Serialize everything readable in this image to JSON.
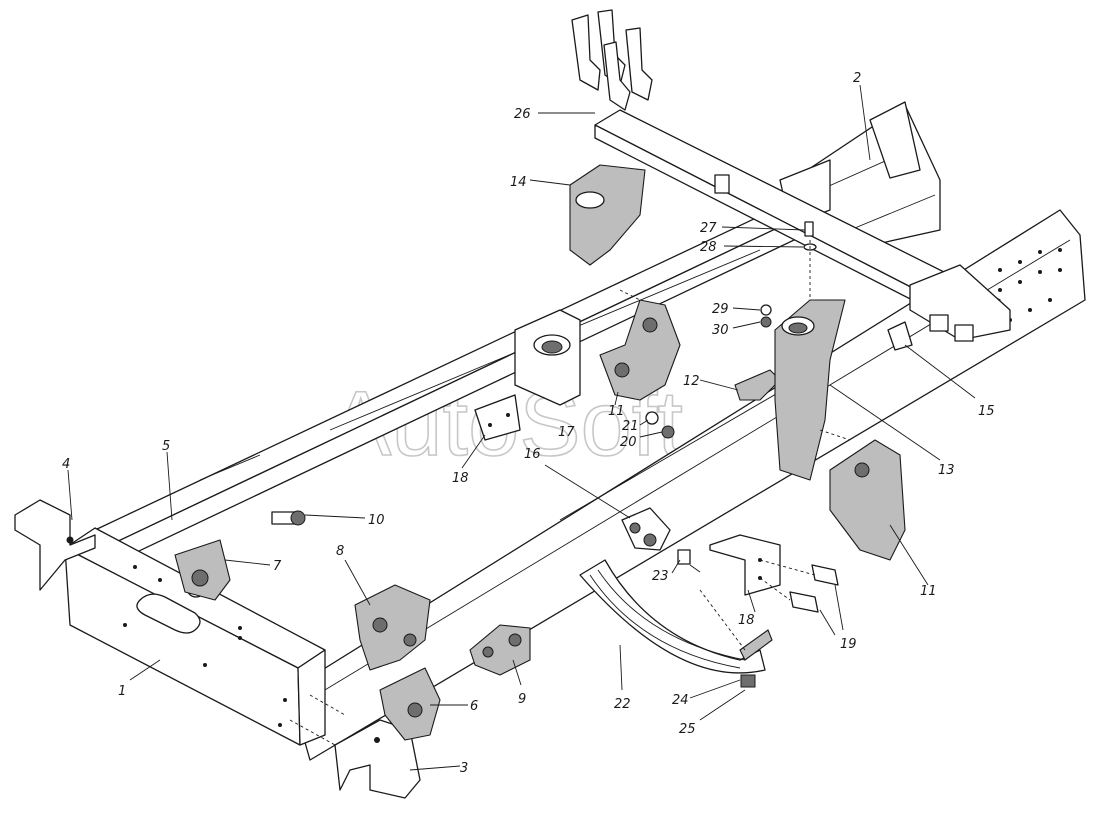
{
  "watermark": "AutoSoft",
  "callouts": [
    "1",
    "2",
    "3",
    "4",
    "5",
    "6",
    "7",
    "8",
    "9",
    "10",
    "11",
    "11",
    "12",
    "13",
    "14",
    "15",
    "16",
    "17",
    "18",
    "18",
    "19",
    "20",
    "21",
    "22",
    "23",
    "24",
    "25",
    "26",
    "27",
    "28",
    "29",
    "30"
  ]
}
